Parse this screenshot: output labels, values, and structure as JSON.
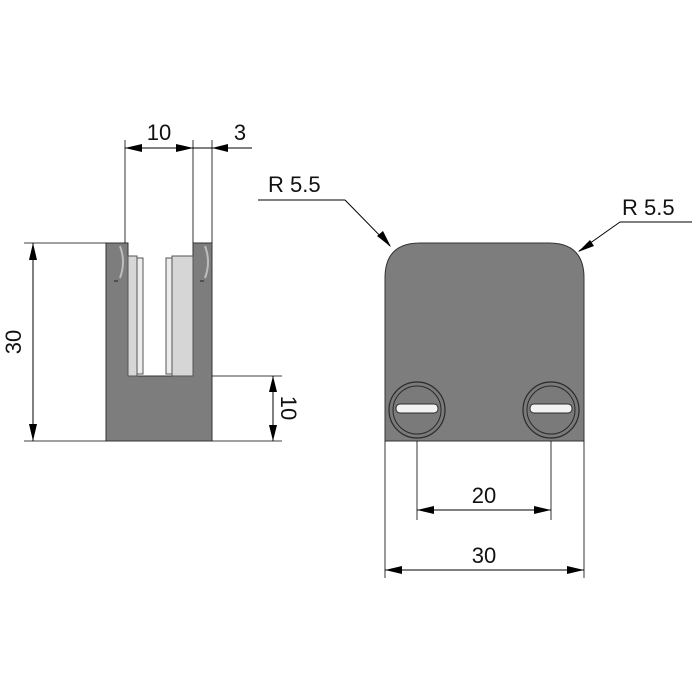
{
  "dimensions": {
    "side_view": {
      "top_width": "10",
      "top_lip": "3",
      "height": "30",
      "base_height": "10"
    },
    "front_view": {
      "radius_left": "R 5.5",
      "radius_right": "R 5.5",
      "screw_spacing": "20",
      "width": "30"
    }
  },
  "colors": {
    "body": "#7d7d7d",
    "pad": "#d6d6d6",
    "line": "#000000"
  }
}
